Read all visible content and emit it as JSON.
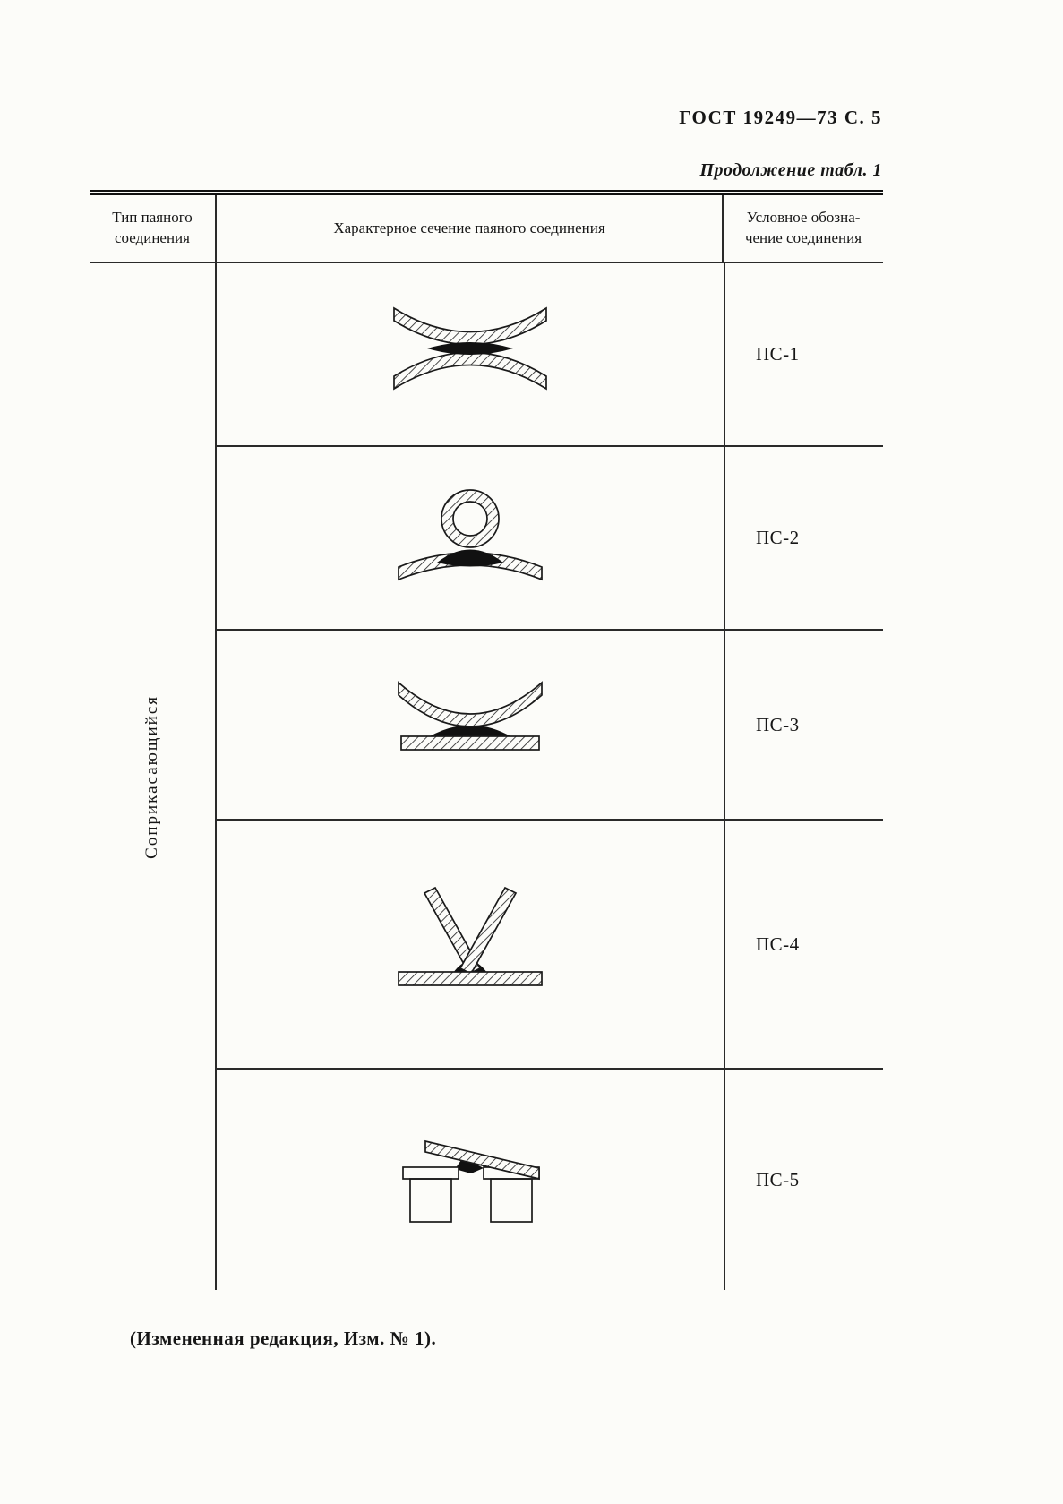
{
  "page": {
    "header": "ГОСТ 19249—73 С. 5",
    "table_caption": "Продолжение табл. 1",
    "footer_note": "(Измененная редакция, Изм. № 1)."
  },
  "table": {
    "columns": [
      "Тип паяного соединения",
      "Характерное сечение паяного соединения",
      "Условное обозна-\nчение соединения"
    ],
    "row_group_label": "Соприкасающийся",
    "rows": [
      {
        "designation": "ПС-1",
        "drawing": "two-curved-plates-contact-joint"
      },
      {
        "designation": "ПС-2",
        "drawing": "tube-on-curved-plate-joint"
      },
      {
        "designation": "ПС-3",
        "drawing": "curved-plate-on-flat-plate-joint"
      },
      {
        "designation": "ПС-4",
        "drawing": "two-angled-plates-on-flat-plate-joint"
      },
      {
        "designation": "ПС-5",
        "drawing": "slanted-plate-on-two-blocks-joint"
      }
    ]
  }
}
